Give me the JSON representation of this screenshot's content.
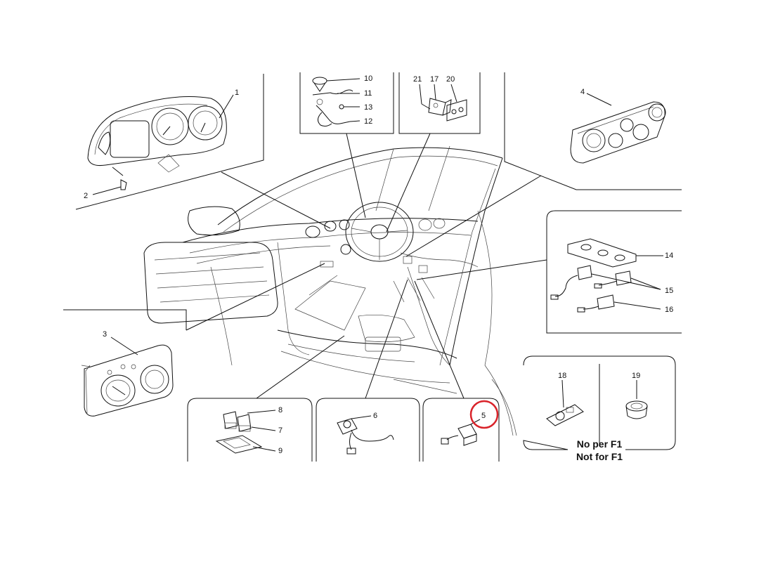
{
  "callouts": {
    "c1": "1",
    "c2": "2",
    "c3": "3",
    "c4": "4",
    "c5": "5",
    "c6": "6",
    "c7": "7",
    "c8": "8",
    "c9": "9",
    "c10": "10",
    "c11": "11",
    "c12": "12",
    "c13": "13",
    "c14": "14",
    "c15": "15",
    "c16": "16",
    "c17": "17",
    "c18": "18",
    "c19": "19",
    "c20": "20",
    "c21": "21"
  },
  "notes": {
    "line1": "No per F1",
    "line2": "Not for F1"
  },
  "highlight": {
    "color": "#d9232a",
    "part": "5"
  },
  "icons": {
    "car_interior": "car-interior-illustration",
    "instrument_cluster": "instrument-cluster-icon",
    "gauge_panel": "gauge-panel-icon",
    "light_switch": "headlight-switch-icon",
    "switch_bank": "switch-bank-icon",
    "clock_spring": "clock-spring-icon",
    "pedal_switch": "pedal-switch-icon",
    "sensor_connector": "sensor-connector-icon",
    "horn_button": "horn-button-icon",
    "push_button": "push-button-icon",
    "steering_switch": "steering-switch-icon",
    "socket_plate": "socket-plate-icon"
  }
}
